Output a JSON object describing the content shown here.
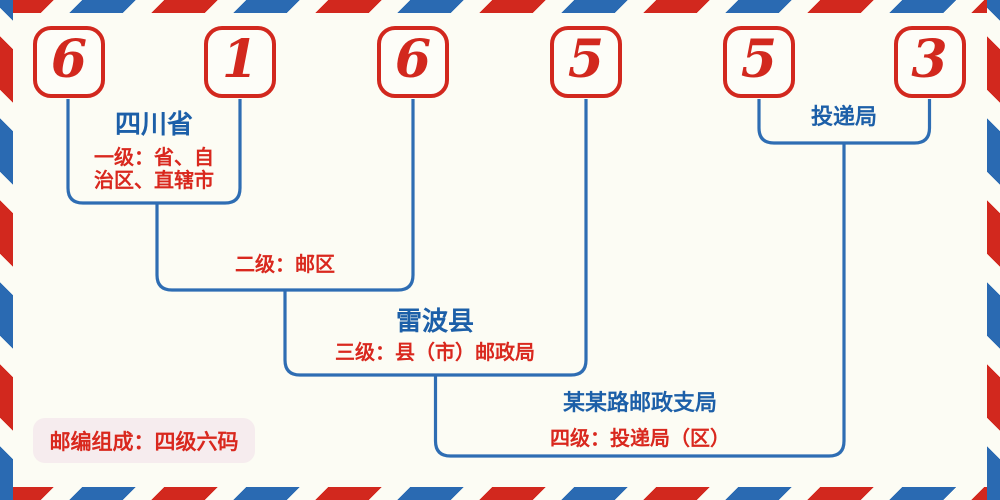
{
  "postal_code": {
    "digits": [
      "6",
      "1",
      "6",
      "5",
      "5",
      "3"
    ]
  },
  "annotations": {
    "level1": {
      "place": "四川省",
      "desc_line1": "一级：省、自",
      "desc_line2": "治区、直辖市"
    },
    "level2": {
      "desc": "二级：邮区"
    },
    "level3": {
      "place": "雷波县",
      "desc": "三级：县（市）邮政局"
    },
    "level4": {
      "place": "某某路邮政支局",
      "desc": "四级：投递局（区）"
    },
    "delivery_office": "投递局"
  },
  "footer": {
    "note": "邮编组成：四级六码"
  },
  "colors": {
    "red": "#d2281e",
    "red_text": "#d9281e",
    "blue_line": "#2e6db3",
    "blue_text": "#1c5fa8",
    "stripe_blue": "#2a6ab2",
    "bg": "#fcfcf4",
    "note_bg": "#f6ecee"
  }
}
